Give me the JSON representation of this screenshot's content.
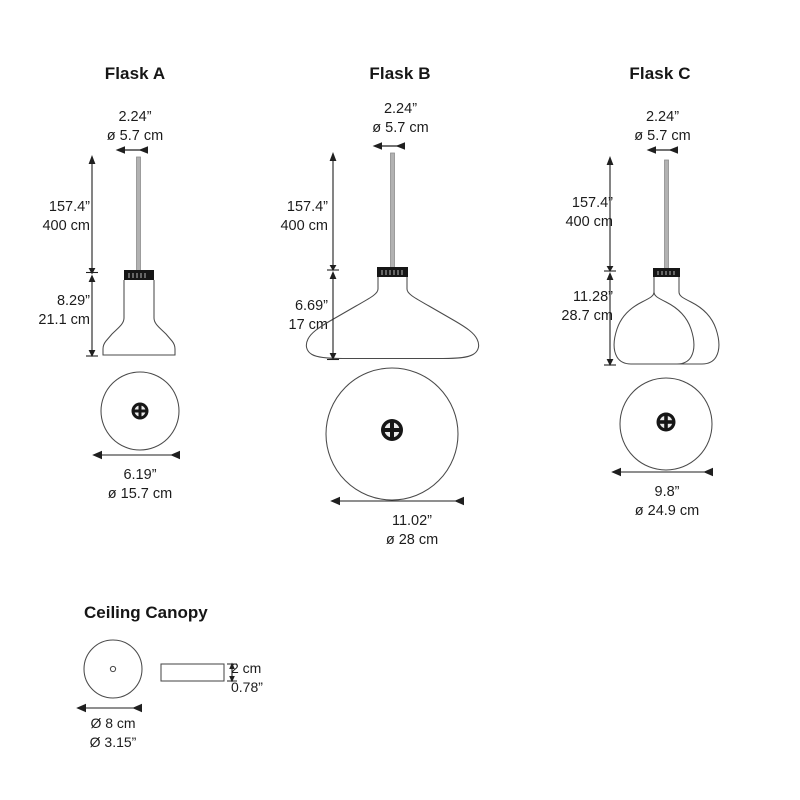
{
  "page": {
    "background": "#ffffff",
    "line_color": "#1f1f1f",
    "glass_color": "#555555",
    "socket_color": "#1a1a1a",
    "rod_color": "#9a9a9a"
  },
  "variants": [
    {
      "id": "flask-a",
      "title": "Flask A",
      "top_diameter": {
        "imperial": "2.24”",
        "metric": "ø 5.7 cm"
      },
      "drop_height": {
        "imperial": "157.4”",
        "metric": "400 cm"
      },
      "shade_height": {
        "imperial": "8.29”",
        "metric": "21.1 cm"
      },
      "shade_diameter": {
        "imperial": "6.19”",
        "metric": "ø 15.7 cm"
      }
    },
    {
      "id": "flask-b",
      "title": "Flask B",
      "top_diameter": {
        "imperial": "2.24”",
        "metric": "ø 5.7 cm"
      },
      "drop_height": {
        "imperial": "157.4”",
        "metric": "400 cm"
      },
      "shade_height": {
        "imperial": "6.69”",
        "metric": "17 cm"
      },
      "shade_diameter": {
        "imperial": "11.02”",
        "metric": "ø 28 cm"
      }
    },
    {
      "id": "flask-c",
      "title": "Flask C",
      "top_diameter": {
        "imperial": "2.24”",
        "metric": "ø 5.7 cm"
      },
      "drop_height": {
        "imperial": "157.4”",
        "metric": "400 cm"
      },
      "shade_height": {
        "imperial": "11.28”",
        "metric": "28.7 cm"
      },
      "shade_diameter": {
        "imperial": "9.8”",
        "metric": "ø 24.9 cm"
      }
    }
  ],
  "canopy": {
    "title": "Ceiling Canopy",
    "thickness_metric": "2 cm",
    "thickness_imperial": "0.78”",
    "diameter_metric": "Ø 8 cm",
    "diameter_imperial": "Ø 3.15”"
  }
}
